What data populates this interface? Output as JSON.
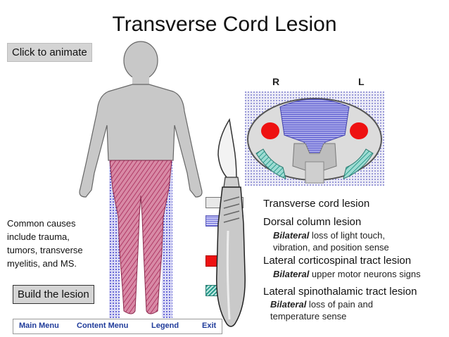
{
  "title": "Transverse Cord Lesion",
  "buttons": {
    "animate": "Click to animate",
    "build": "Build the lesion"
  },
  "cord_labels": {
    "right": "R",
    "left": "L"
  },
  "causes_text": [
    "Common causes",
    "include trauma,",
    "tumors, transverse",
    "myelitis, and MS."
  ],
  "legend": [
    {
      "title": "Transverse cord lesion"
    },
    {
      "title": "Dorsal column lesion",
      "bold": "Bilateral",
      "line1": " loss of light touch,",
      "line2": "vibration, and position sense"
    },
    {
      "title": "Lateral corticospinal tract lesion",
      "bold": "Bilateral",
      "line1": " upper motor neurons signs"
    },
    {
      "title": "Lateral spinothalamic tract lesion",
      "bold": "Bilateral",
      "line1": " loss of pain and",
      "line2": "temperature sense"
    }
  ],
  "menu": {
    "main": "Main Menu",
    "content": "Content Menu",
    "legend": "Legend",
    "exit": "Exit"
  },
  "colors": {
    "dorsal": "#6b6bd9",
    "corticospinal": "#ee1111",
    "spinothalamic": "#2a9a8c",
    "leg_lesion": "#c04a74",
    "body": "#c8c8c8"
  }
}
